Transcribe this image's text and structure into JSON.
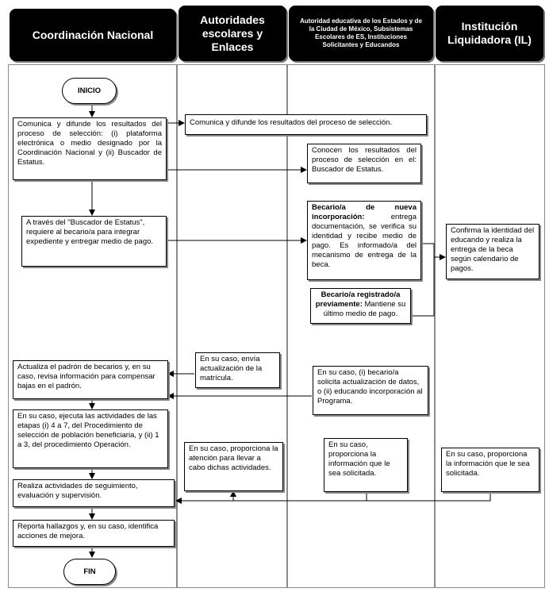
{
  "headers": [
    "Coordinación Nacional",
    "Autoridades escolares y Enlaces",
    "Autoridad educativa de los Estados y de la Ciudad de México, Subsistemas Escolares de ES, Instituciones Solicitantes y Educandos",
    "Institución Liquidadora (IL)"
  ],
  "terminals": {
    "start": "INICIO",
    "end": "FIN"
  },
  "boxes": {
    "cn_comunica": "Comunica y difunde los resultados del proceso de selección: (i) plataforma electrónica o medio designado por la Coordinación Nacional y (ii) Buscador de Estatus.",
    "ae_comunica": "Comunica y difunde los resultados del proceso de selección.",
    "ed_conocen": "Conocen los resultados del proceso de selección en el: Buscador de Estatus.",
    "cn_buscador": "A través del \"Buscador de Estatus\", requiere al becario/a para integrar expediente y entregar medio de pago.",
    "ed_nueva_bold": "Becario/a de nueva incorporación:",
    "ed_nueva_text": "entrega documentación, se verifica su identidad y recibe medio de pago. Es informado/a del mecanismo de entrega de la beca.",
    "il_confirma": "Confirma la identidad del educando y realiza la entrega de la beca según calendario de pagos.",
    "ed_registrado_bold": "Becario/a registrado/a previamente:",
    "ed_registrado_text": "Mantiene su último medio de pago.",
    "ae_envia": "En su caso, envía actualización de la matrícula.",
    "cn_actualiza": "Actualiza el padrón de becarios y, en su caso, revisa información para compensar bajas en el padrón.",
    "ed_solicita": "En su caso, (i) becario/a solicita actualización de datos, o (ii) educando incorporación al Programa.",
    "cn_ejecuta": "En su caso, ejecuta las actividades de las etapas (i) 4 a 7, del Procedimiento de selección de población beneficiaria, y (ii) 1 a 3, del procedimiento Operación.",
    "ae_proporciona": "En su caso, proporciona la atención para llevar a cabo dichas actividades.",
    "ed_proporciona": "En su caso, proporciona la información que le sea solicitada.",
    "il_proporciona": "En su caso, proporciona la información que le sea solicitada.",
    "cn_seguimiento": "Realiza actividades de seguimiento, evaluación y supervisión.",
    "cn_reporta": "Reporta hallazgos y, en su caso, identifica acciones de mejora."
  }
}
